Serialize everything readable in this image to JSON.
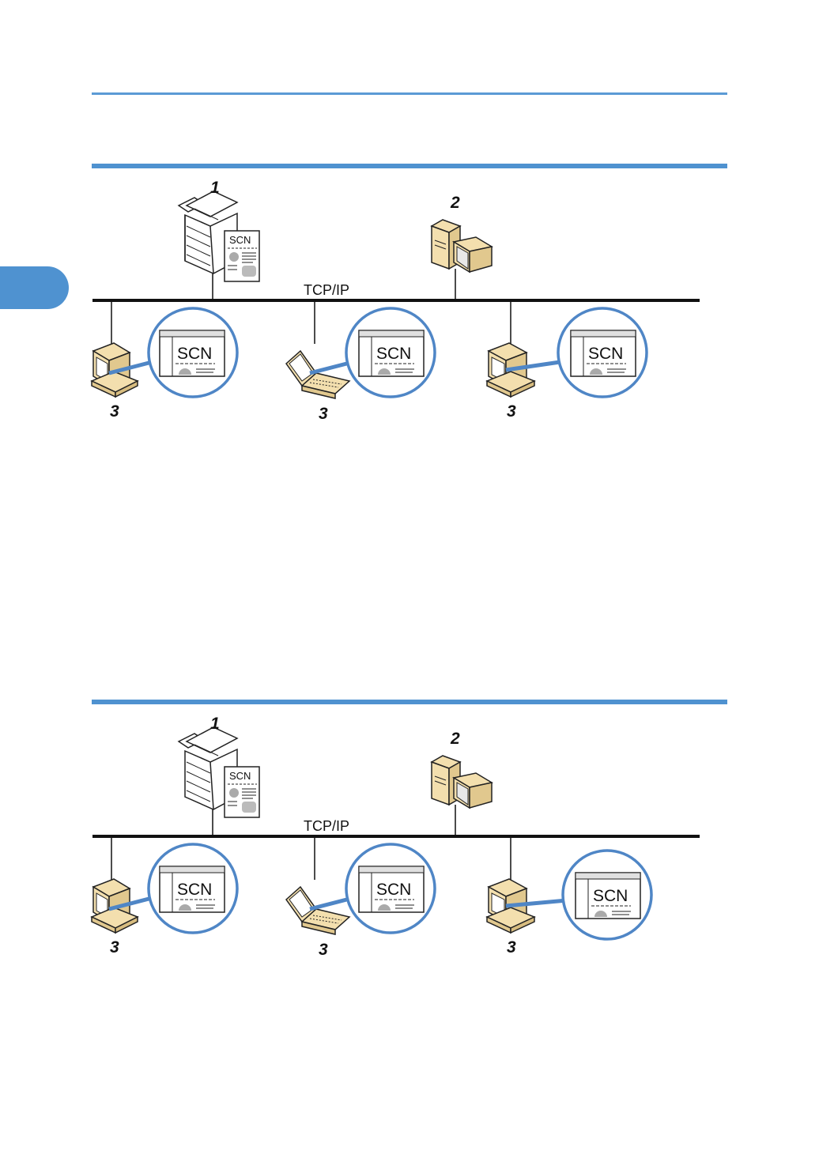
{
  "diagrams": [
    {
      "protocol_label": "TCP/IP",
      "callouts": {
        "machine": "1",
        "server": "2",
        "client_desktop": "3",
        "client_laptop": "3",
        "client_desktop_right": "3"
      },
      "scan_doc_label": "SCN"
    },
    {
      "protocol_label": "TCP/IP",
      "callouts": {
        "machine": "1",
        "server": "2",
        "client_desktop": "3",
        "client_laptop": "3",
        "client_desktop_right": "3"
      },
      "scan_doc_label": "SCN"
    }
  ],
  "colors": {
    "accent": "#4f92d0",
    "computer": "#f3dfae",
    "outline": "#222222"
  }
}
